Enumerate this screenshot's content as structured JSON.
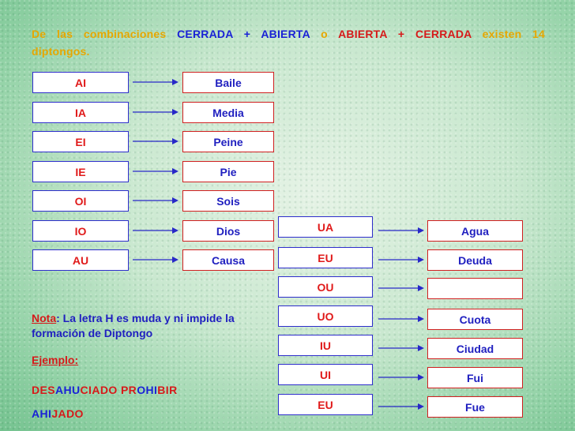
{
  "intro": {
    "part1": "De las combinaciones",
    "cerrada_abierta": "CERRADA + ABIERTA",
    "o": "o",
    "abierta_cerrada": "ABIERTA + CERRADA",
    "part2": "existen 14 diptongos."
  },
  "left_pairs": [
    {
      "pair": "AI",
      "example": "Baile"
    },
    {
      "pair": "IA",
      "example": "Media"
    },
    {
      "pair": "EI",
      "example": "Peine"
    },
    {
      "pair": "IE",
      "example": "Pie"
    },
    {
      "pair": "OI",
      "example": "Sois"
    },
    {
      "pair": "IO",
      "example": "Dios"
    },
    {
      "pair": "AU",
      "example": "Causa"
    }
  ],
  "right_pairs": [
    {
      "pair": "UA",
      "example": "Agua"
    },
    {
      "pair": "EU",
      "example": "Deuda"
    },
    {
      "pair": "OU",
      "example": ""
    },
    {
      "pair": "UO",
      "example": "Cuota"
    },
    {
      "pair": "IU",
      "example": "Ciudad"
    },
    {
      "pair": "UI",
      "example": "Fui"
    },
    {
      "pair": "EU",
      "example": "Fue"
    }
  ],
  "note": {
    "label": "Nota",
    "text": ": La letra H es muda y ni impide la formación de Diptongo"
  },
  "example_label": "Ejemplo:",
  "word1": [
    "DES",
    "AHU",
    "CIADO",
    " PR",
    "OHI",
    "BIR"
  ],
  "word2": [
    "AHI",
    "JADO"
  ],
  "colors": {
    "red": "#d61a1a",
    "blue": "#1a22d6",
    "orange": "#e6a700"
  }
}
